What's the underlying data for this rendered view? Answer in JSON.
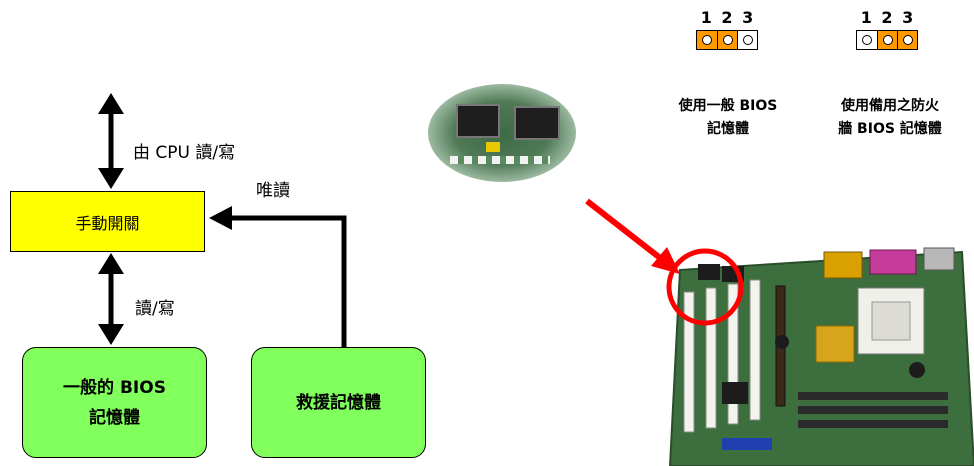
{
  "flow": {
    "cpu_rw_label": "由 CPU 讀/寫",
    "switch_label": "手動開關",
    "rw_label": "讀/寫",
    "readonly_label": "唯讀",
    "normal_bios_line1": "一般的 BIOS",
    "normal_bios_line2": "記憶體",
    "rescue_label": "救援記憶體"
  },
  "jumpers": [
    {
      "nums": [
        "1",
        "2",
        "3"
      ],
      "caption_line1": "使用一般 BIOS",
      "caption_line2": "記憶體",
      "filled": [
        true,
        true,
        false
      ]
    },
    {
      "nums": [
        "1",
        "2",
        "3"
      ],
      "caption_line1": "使用備用之防火",
      "caption_line2": "牆 BIOS 記憶體",
      "filled": [
        false,
        true,
        true
      ]
    }
  ],
  "colors": {
    "switch_fill": "#ffff00",
    "memory_fill": "#81ff5c",
    "jumper_cap": "#ff9900",
    "pointer_red": "#ff0000"
  }
}
